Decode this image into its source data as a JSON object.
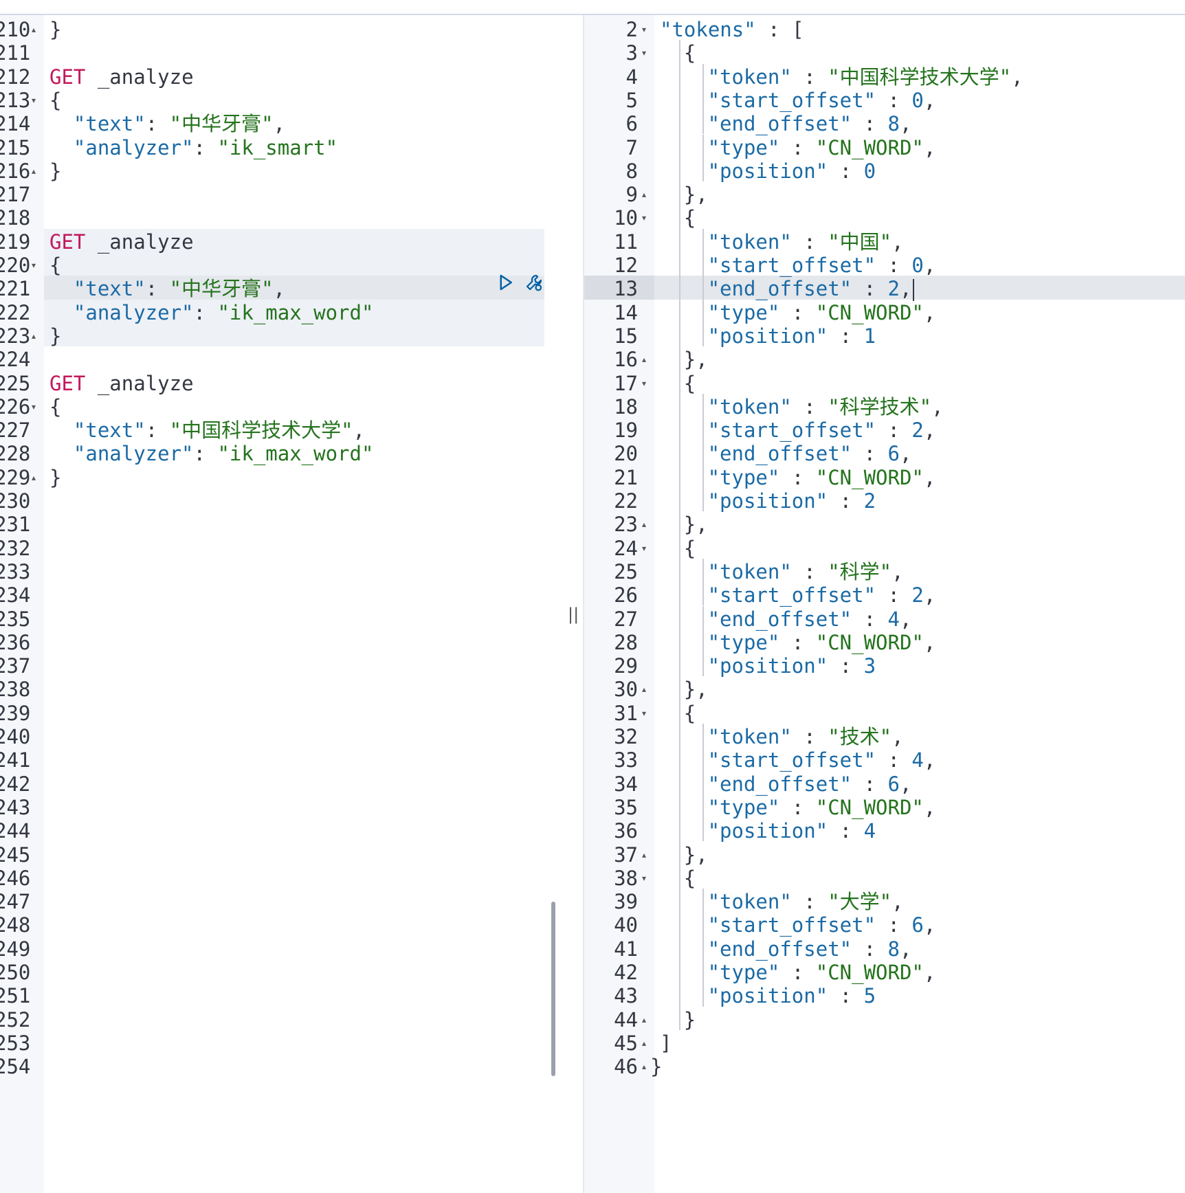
{
  "left_editor": {
    "lines": [
      {
        "num": "210",
        "fold": "up",
        "text": "}"
      },
      {
        "num": "211",
        "fold": "",
        "text": ""
      },
      {
        "num": "212",
        "fold": "",
        "method": "GET",
        "endpoint": " _analyze"
      },
      {
        "num": "213",
        "fold": "down",
        "text": "{"
      },
      {
        "num": "214",
        "fold": "",
        "key": "\"text\"",
        "sep": ": ",
        "value": "\"中华牙膏\"",
        "tail": ","
      },
      {
        "num": "215",
        "fold": "",
        "key": "\"analyzer\"",
        "sep": ": ",
        "value": "\"ik_smart\"",
        "tail": ""
      },
      {
        "num": "216",
        "fold": "up",
        "text": "}"
      },
      {
        "num": "217",
        "fold": "",
        "text": ""
      },
      {
        "num": "218",
        "fold": "",
        "text": ""
      },
      {
        "num": "219",
        "fold": "",
        "method": "GET",
        "endpoint": " _analyze"
      },
      {
        "num": "220",
        "fold": "down",
        "text": "{"
      },
      {
        "num": "221",
        "fold": "",
        "key": "\"text\"",
        "sep": ": ",
        "value": "\"中华牙膏\"",
        "tail": ","
      },
      {
        "num": "222",
        "fold": "",
        "key": "\"analyzer\"",
        "sep": ": ",
        "value": "\"ik_max_word\"",
        "tail": ""
      },
      {
        "num": "223",
        "fold": "up",
        "text": "}"
      },
      {
        "num": "224",
        "fold": "",
        "text": ""
      },
      {
        "num": "225",
        "fold": "",
        "method": "GET",
        "endpoint": " _analyze"
      },
      {
        "num": "226",
        "fold": "down",
        "text": "{"
      },
      {
        "num": "227",
        "fold": "",
        "key": "\"text\"",
        "sep": ": ",
        "value": "\"中国科学技术大学\"",
        "tail": ","
      },
      {
        "num": "228",
        "fold": "",
        "key": "\"analyzer\"",
        "sep": ": ",
        "value": "\"ik_max_word\"",
        "tail": ""
      },
      {
        "num": "229",
        "fold": "up",
        "text": "}"
      },
      {
        "num": "230"
      },
      {
        "num": "231"
      },
      {
        "num": "232"
      },
      {
        "num": "233"
      },
      {
        "num": "234"
      },
      {
        "num": "235"
      },
      {
        "num": "236"
      },
      {
        "num": "237"
      },
      {
        "num": "238"
      },
      {
        "num": "239"
      },
      {
        "num": "240"
      },
      {
        "num": "241"
      },
      {
        "num": "242"
      },
      {
        "num": "243"
      },
      {
        "num": "244"
      },
      {
        "num": "245"
      },
      {
        "num": "246"
      },
      {
        "num": "247"
      },
      {
        "num": "248"
      },
      {
        "num": "249"
      },
      {
        "num": "250"
      },
      {
        "num": "251"
      },
      {
        "num": "252"
      },
      {
        "num": "253"
      },
      {
        "num": "254"
      }
    ],
    "selected_block_lines": [
      "219",
      "223"
    ],
    "current_line": "221",
    "action_icons": [
      "play-icon",
      "wrench-icon"
    ]
  },
  "right_editor": {
    "current_line": "13",
    "lines": [
      {
        "num": "2",
        "fold": "down",
        "indent": 1,
        "key": "\"tokens\"",
        "sep": " : ",
        "rest": "["
      },
      {
        "num": "3",
        "fold": "down",
        "indent": 2,
        "text": "{"
      },
      {
        "num": "4",
        "fold": "",
        "indent": 3,
        "key": "\"token\"",
        "sep": " : ",
        "value": "\"中国科学技术大学\"",
        "tail": ","
      },
      {
        "num": "5",
        "fold": "",
        "indent": 3,
        "key": "\"start_offset\"",
        "sep": " : ",
        "number": "0",
        "tail": ","
      },
      {
        "num": "6",
        "fold": "",
        "indent": 3,
        "key": "\"end_offset\"",
        "sep": " : ",
        "number": "8",
        "tail": ","
      },
      {
        "num": "7",
        "fold": "",
        "indent": 3,
        "key": "\"type\"",
        "sep": " : ",
        "value": "\"CN_WORD\"",
        "tail": ","
      },
      {
        "num": "8",
        "fold": "",
        "indent": 3,
        "key": "\"position\"",
        "sep": " : ",
        "number": "0",
        "tail": ""
      },
      {
        "num": "9",
        "fold": "up",
        "indent": 2,
        "text": "},"
      },
      {
        "num": "10",
        "fold": "down",
        "indent": 2,
        "text": "{"
      },
      {
        "num": "11",
        "fold": "",
        "indent": 3,
        "key": "\"token\"",
        "sep": " : ",
        "value": "\"中国\"",
        "tail": ","
      },
      {
        "num": "12",
        "fold": "",
        "indent": 3,
        "key": "\"start_offset\"",
        "sep": " : ",
        "number": "0",
        "tail": ","
      },
      {
        "num": "13",
        "fold": "",
        "indent": 3,
        "key": "\"end_offset\"",
        "sep": " : ",
        "number": "2",
        "tail": ","
      },
      {
        "num": "14",
        "fold": "",
        "indent": 3,
        "key": "\"type\"",
        "sep": " : ",
        "value": "\"CN_WORD\"",
        "tail": ","
      },
      {
        "num": "15",
        "fold": "",
        "indent": 3,
        "key": "\"position\"",
        "sep": " : ",
        "number": "1",
        "tail": ""
      },
      {
        "num": "16",
        "fold": "up",
        "indent": 2,
        "text": "},"
      },
      {
        "num": "17",
        "fold": "down",
        "indent": 2,
        "text": "{"
      },
      {
        "num": "18",
        "fold": "",
        "indent": 3,
        "key": "\"token\"",
        "sep": " : ",
        "value": "\"科学技术\"",
        "tail": ","
      },
      {
        "num": "19",
        "fold": "",
        "indent": 3,
        "key": "\"start_offset\"",
        "sep": " : ",
        "number": "2",
        "tail": ","
      },
      {
        "num": "20",
        "fold": "",
        "indent": 3,
        "key": "\"end_offset\"",
        "sep": " : ",
        "number": "6",
        "tail": ","
      },
      {
        "num": "21",
        "fold": "",
        "indent": 3,
        "key": "\"type\"",
        "sep": " : ",
        "value": "\"CN_WORD\"",
        "tail": ","
      },
      {
        "num": "22",
        "fold": "",
        "indent": 3,
        "key": "\"position\"",
        "sep": " : ",
        "number": "2",
        "tail": ""
      },
      {
        "num": "23",
        "fold": "up",
        "indent": 2,
        "text": "},"
      },
      {
        "num": "24",
        "fold": "down",
        "indent": 2,
        "text": "{"
      },
      {
        "num": "25",
        "fold": "",
        "indent": 3,
        "key": "\"token\"",
        "sep": " : ",
        "value": "\"科学\"",
        "tail": ","
      },
      {
        "num": "26",
        "fold": "",
        "indent": 3,
        "key": "\"start_offset\"",
        "sep": " : ",
        "number": "2",
        "tail": ","
      },
      {
        "num": "27",
        "fold": "",
        "indent": 3,
        "key": "\"end_offset\"",
        "sep": " : ",
        "number": "4",
        "tail": ","
      },
      {
        "num": "28",
        "fold": "",
        "indent": 3,
        "key": "\"type\"",
        "sep": " : ",
        "value": "\"CN_WORD\"",
        "tail": ","
      },
      {
        "num": "29",
        "fold": "",
        "indent": 3,
        "key": "\"position\"",
        "sep": " : ",
        "number": "3",
        "tail": ""
      },
      {
        "num": "30",
        "fold": "up",
        "indent": 2,
        "text": "},"
      },
      {
        "num": "31",
        "fold": "down",
        "indent": 2,
        "text": "{"
      },
      {
        "num": "32",
        "fold": "",
        "indent": 3,
        "key": "\"token\"",
        "sep": " : ",
        "value": "\"技术\"",
        "tail": ","
      },
      {
        "num": "33",
        "fold": "",
        "indent": 3,
        "key": "\"start_offset\"",
        "sep": " : ",
        "number": "4",
        "tail": ","
      },
      {
        "num": "34",
        "fold": "",
        "indent": 3,
        "key": "\"end_offset\"",
        "sep": " : ",
        "number": "6",
        "tail": ","
      },
      {
        "num": "35",
        "fold": "",
        "indent": 3,
        "key": "\"type\"",
        "sep": " : ",
        "value": "\"CN_WORD\"",
        "tail": ","
      },
      {
        "num": "36",
        "fold": "",
        "indent": 3,
        "key": "\"position\"",
        "sep": " : ",
        "number": "4",
        "tail": ""
      },
      {
        "num": "37",
        "fold": "up",
        "indent": 2,
        "text": "},"
      },
      {
        "num": "38",
        "fold": "down",
        "indent": 2,
        "text": "{"
      },
      {
        "num": "39",
        "fold": "",
        "indent": 3,
        "key": "\"token\"",
        "sep": " : ",
        "value": "\"大学\"",
        "tail": ","
      },
      {
        "num": "40",
        "fold": "",
        "indent": 3,
        "key": "\"start_offset\"",
        "sep": " : ",
        "number": "6",
        "tail": ","
      },
      {
        "num": "41",
        "fold": "",
        "indent": 3,
        "key": "\"end_offset\"",
        "sep": " : ",
        "number": "8",
        "tail": ","
      },
      {
        "num": "42",
        "fold": "",
        "indent": 3,
        "key": "\"type\"",
        "sep": " : ",
        "value": "\"CN_WORD\"",
        "tail": ","
      },
      {
        "num": "43",
        "fold": "",
        "indent": 3,
        "key": "\"position\"",
        "sep": " : ",
        "number": "5",
        "tail": ""
      },
      {
        "num": "44",
        "fold": "up",
        "indent": 2,
        "text": "}"
      },
      {
        "num": "45",
        "fold": "up",
        "indent": 1,
        "text": "]"
      },
      {
        "num": "46",
        "fold": "up",
        "indent": 0,
        "text": "}"
      }
    ]
  },
  "resizer_glyph": "||",
  "colors": {
    "method": "#c2185b",
    "key": "#1b6aa5",
    "string": "#24731d",
    "number": "#1b6aa5",
    "gutter": "#f5f7fa",
    "selection": "#eef1f6",
    "current_line": "#e4e7ec"
  }
}
